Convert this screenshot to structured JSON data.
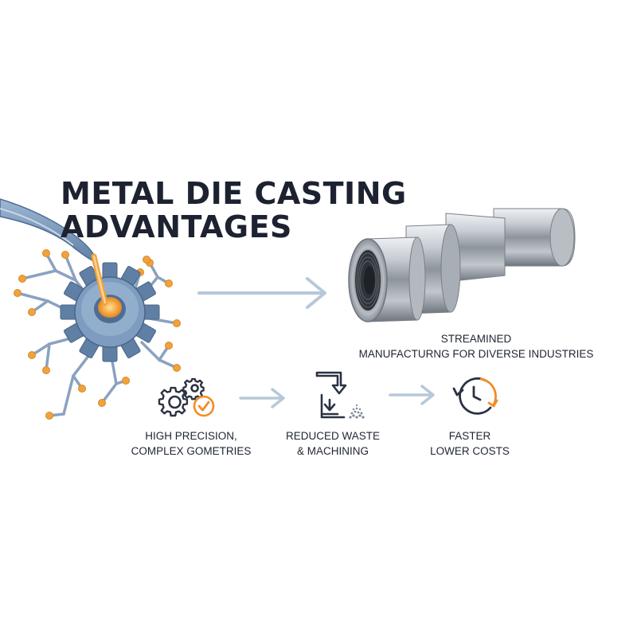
{
  "title": {
    "line1": "METAL DIE CASTING",
    "line2": "ADVANTAGES"
  },
  "main_caption": {
    "line1": "STREAMINED",
    "line2": "MANUFACTURNG FOR DIVERSE INDUSTRIES"
  },
  "advantages": [
    {
      "icon": "gears-check-icon",
      "line1": "HIGH PRECISION,",
      "line2": "COMPLEX GOMETRIES"
    },
    {
      "icon": "waste-reduction-icon",
      "line1": "REDUCED WASTE",
      "line2": "& MACHINING"
    },
    {
      "icon": "clock-cycle-icon",
      "line1": "FASTER",
      "line2": "LOWER COSTS"
    }
  ],
  "colors": {
    "title": "#1d2230",
    "molten_metal": "#f0a23c",
    "mold_steel": "#6f8fb3",
    "arrow": "#b7c8da",
    "accent_orange": "#f28c28",
    "icon_dark": "#2b3242"
  }
}
